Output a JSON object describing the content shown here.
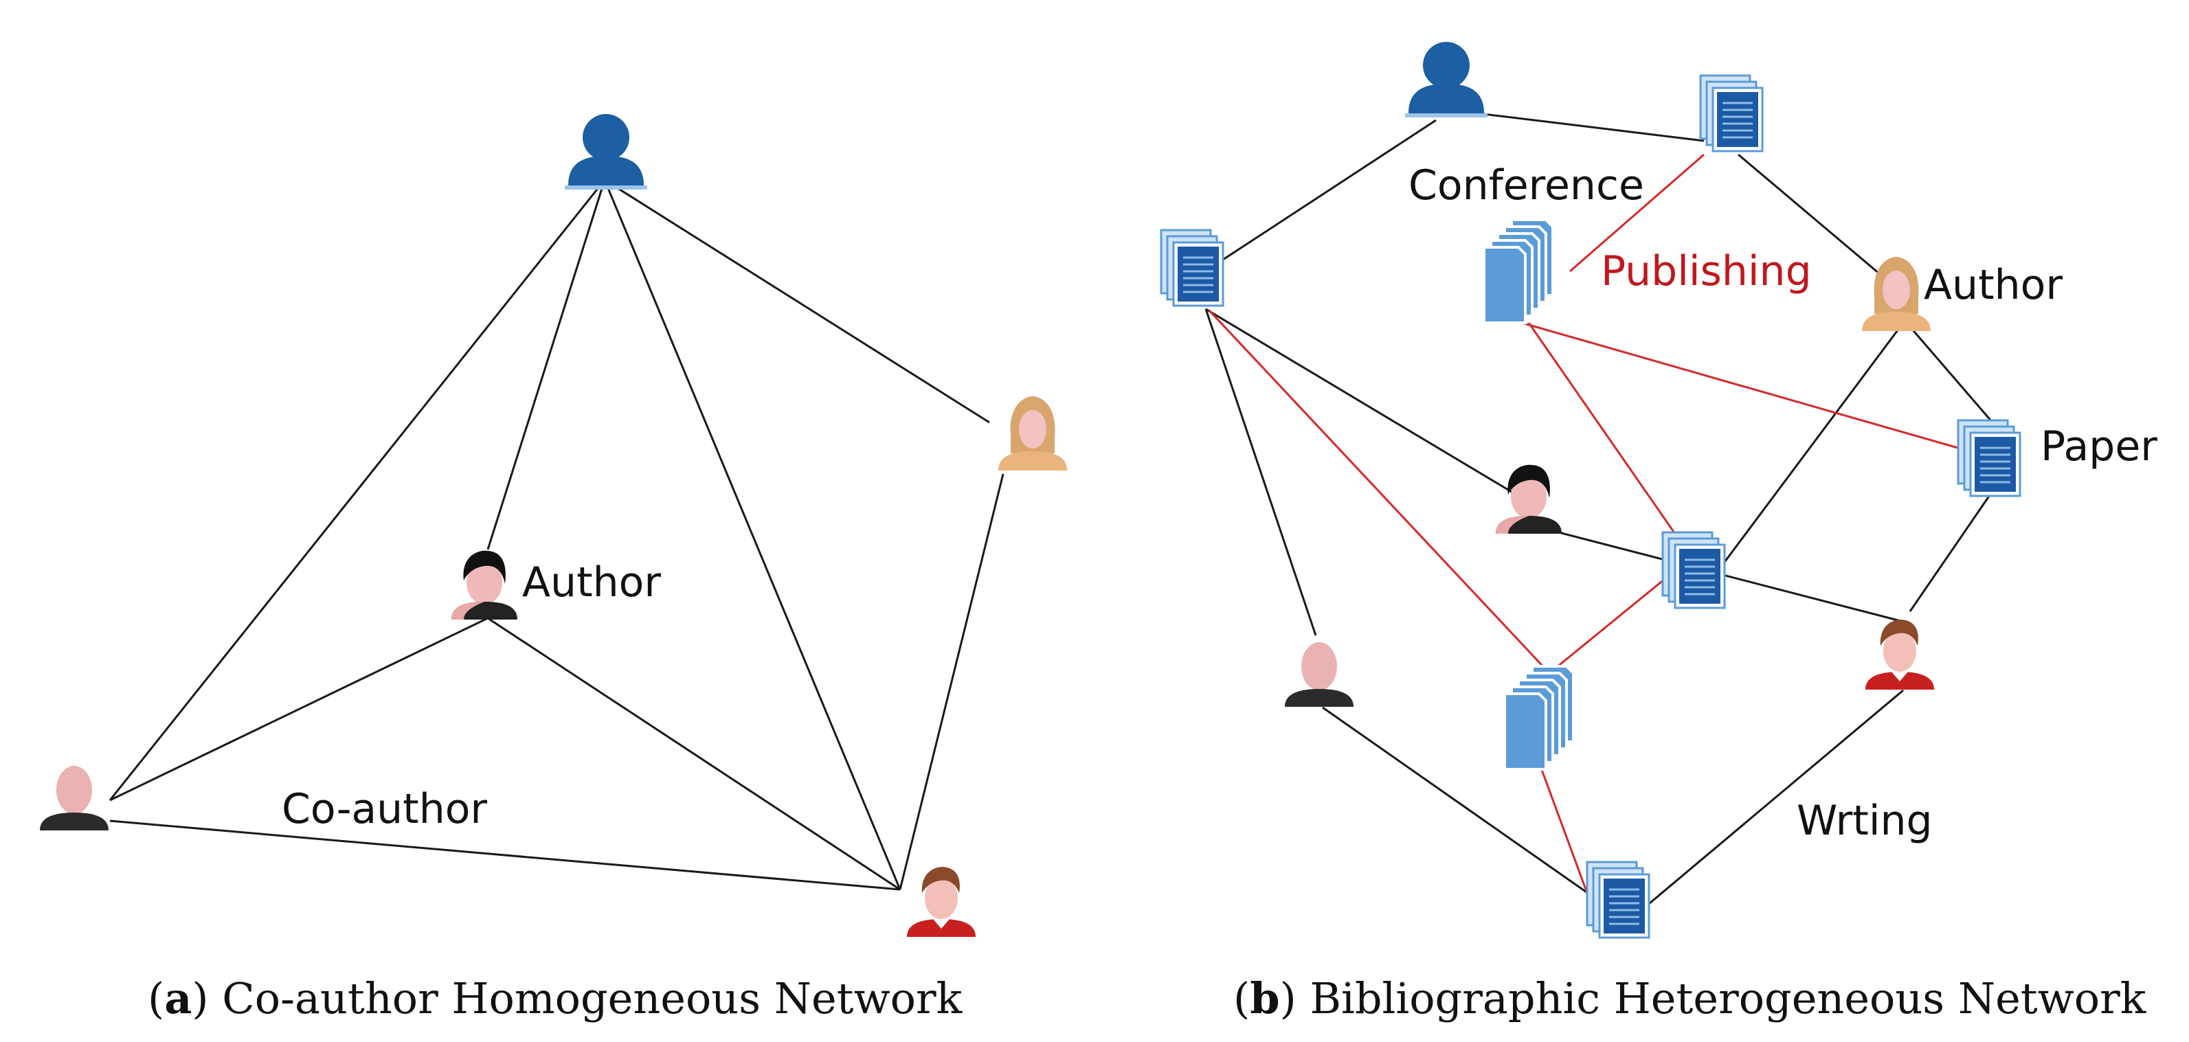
{
  "colors": {
    "edge_default": "#1a1a1a",
    "edge_publishing": "#d42a2a",
    "publishing_label": "#c0171c",
    "person_blue": "#1c5fa3",
    "paper_blue": "#1d5aa5",
    "paper_light": "#5b9bd8"
  },
  "diagram_a": {
    "labels": {
      "author": "Author",
      "coauthor": "Co-author"
    },
    "caption": {
      "tag": "a",
      "text": "Co-author Homogeneous Network"
    },
    "icons": [
      "person-blue-icon",
      "person-black-hair-icon",
      "person-blonde-female-icon",
      "person-bald-icon",
      "person-red-shirt-icon"
    ]
  },
  "diagram_b": {
    "labels": {
      "conference": "Conference",
      "publishing": "Publishing",
      "author": "Author",
      "paper": "Paper",
      "writing": "Wrting"
    },
    "caption": {
      "tag": "b",
      "text": "Bibliographic Heterogeneous Network"
    },
    "icons": [
      "person-blue-icon",
      "paper-icon",
      "paper-stack-icon",
      "person-blonde-female-icon",
      "person-black-hair-icon",
      "person-bald-icon",
      "person-red-shirt-icon"
    ]
  }
}
